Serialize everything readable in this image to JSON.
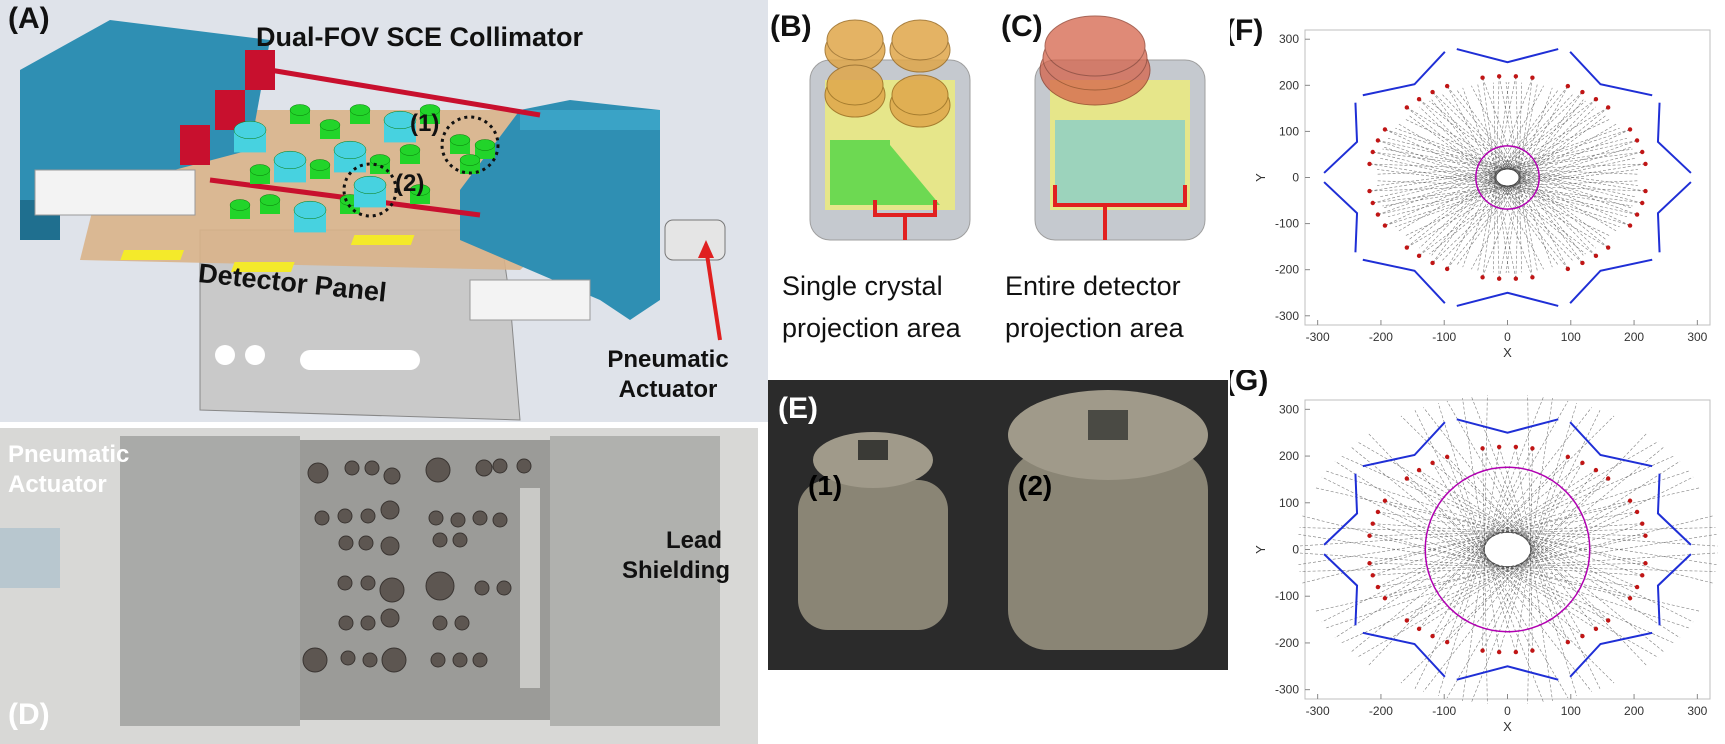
{
  "figure": {
    "panels": {
      "A": {
        "label": "(A)",
        "collimator_label": "Dual-FOV SCE Collimator",
        "detector_label": "Detector Panel",
        "actuator_label_line1": "Pneumatic",
        "actuator_label_line2": "Actuator",
        "marker_1": "(1)",
        "marker_2": "(2)"
      },
      "B": {
        "label": "(B)",
        "caption_line1": "Single crystal",
        "caption_line2": "projection area"
      },
      "C": {
        "label": "(C)",
        "caption_line1": "Entire detector",
        "caption_line2": "projection area"
      },
      "D": {
        "label": "(D)",
        "actuator_label_line1": "Pneumatic",
        "actuator_label_line2": "Actuator",
        "shielding_label_line1": "Lead",
        "shielding_label_line2": "Shielding"
      },
      "E": {
        "label": "(E)",
        "marker_1": "(1)",
        "marker_2": "(2)"
      },
      "F": {
        "label": "(F)",
        "xlabel": "X",
        "ylabel": "Y",
        "xticks": [
          "-300",
          "-200",
          "-100",
          "0",
          "100",
          "200",
          "300"
        ],
        "yticks": [
          "300",
          "200",
          "100",
          "0",
          "-100",
          "-200",
          "-300"
        ]
      },
      "G": {
        "label": "(G)",
        "xlabel": "X",
        "ylabel": "Y",
        "xticks": [
          "-300",
          "-200",
          "-100",
          "0",
          "100",
          "200",
          "300"
        ],
        "yticks": [
          "300",
          "200",
          "100",
          "0",
          "-100",
          "-200",
          "-300"
        ]
      }
    },
    "colors": {
      "housing": "#2f8fb3",
      "cap": "#c8102e",
      "pinhole_green": "#22d42a",
      "pinhole_cyan": "#47d2e0",
      "detector_face": "#bfbfbf",
      "plot_detector": "#1f2fd6",
      "plot_focal": "#c01515",
      "plot_fov": "#b100b1"
    }
  },
  "chart_data": [
    {
      "panel": "F",
      "type": "scatter",
      "title": "",
      "xlabel": "X",
      "ylabel": "Y",
      "xlim": [
        -320,
        320
      ],
      "ylim": [
        -320,
        320
      ],
      "grid": false,
      "ring_radius": 290,
      "detector_segments": 10,
      "fov_radius": 50
    },
    {
      "panel": "G",
      "type": "scatter",
      "title": "",
      "xlabel": "X",
      "ylabel": "Y",
      "xlim": [
        -320,
        320
      ],
      "ylim": [
        -320,
        320
      ],
      "grid": false,
      "ring_radius": 290,
      "detector_segments": 10,
      "fov_radius": 130
    }
  ]
}
